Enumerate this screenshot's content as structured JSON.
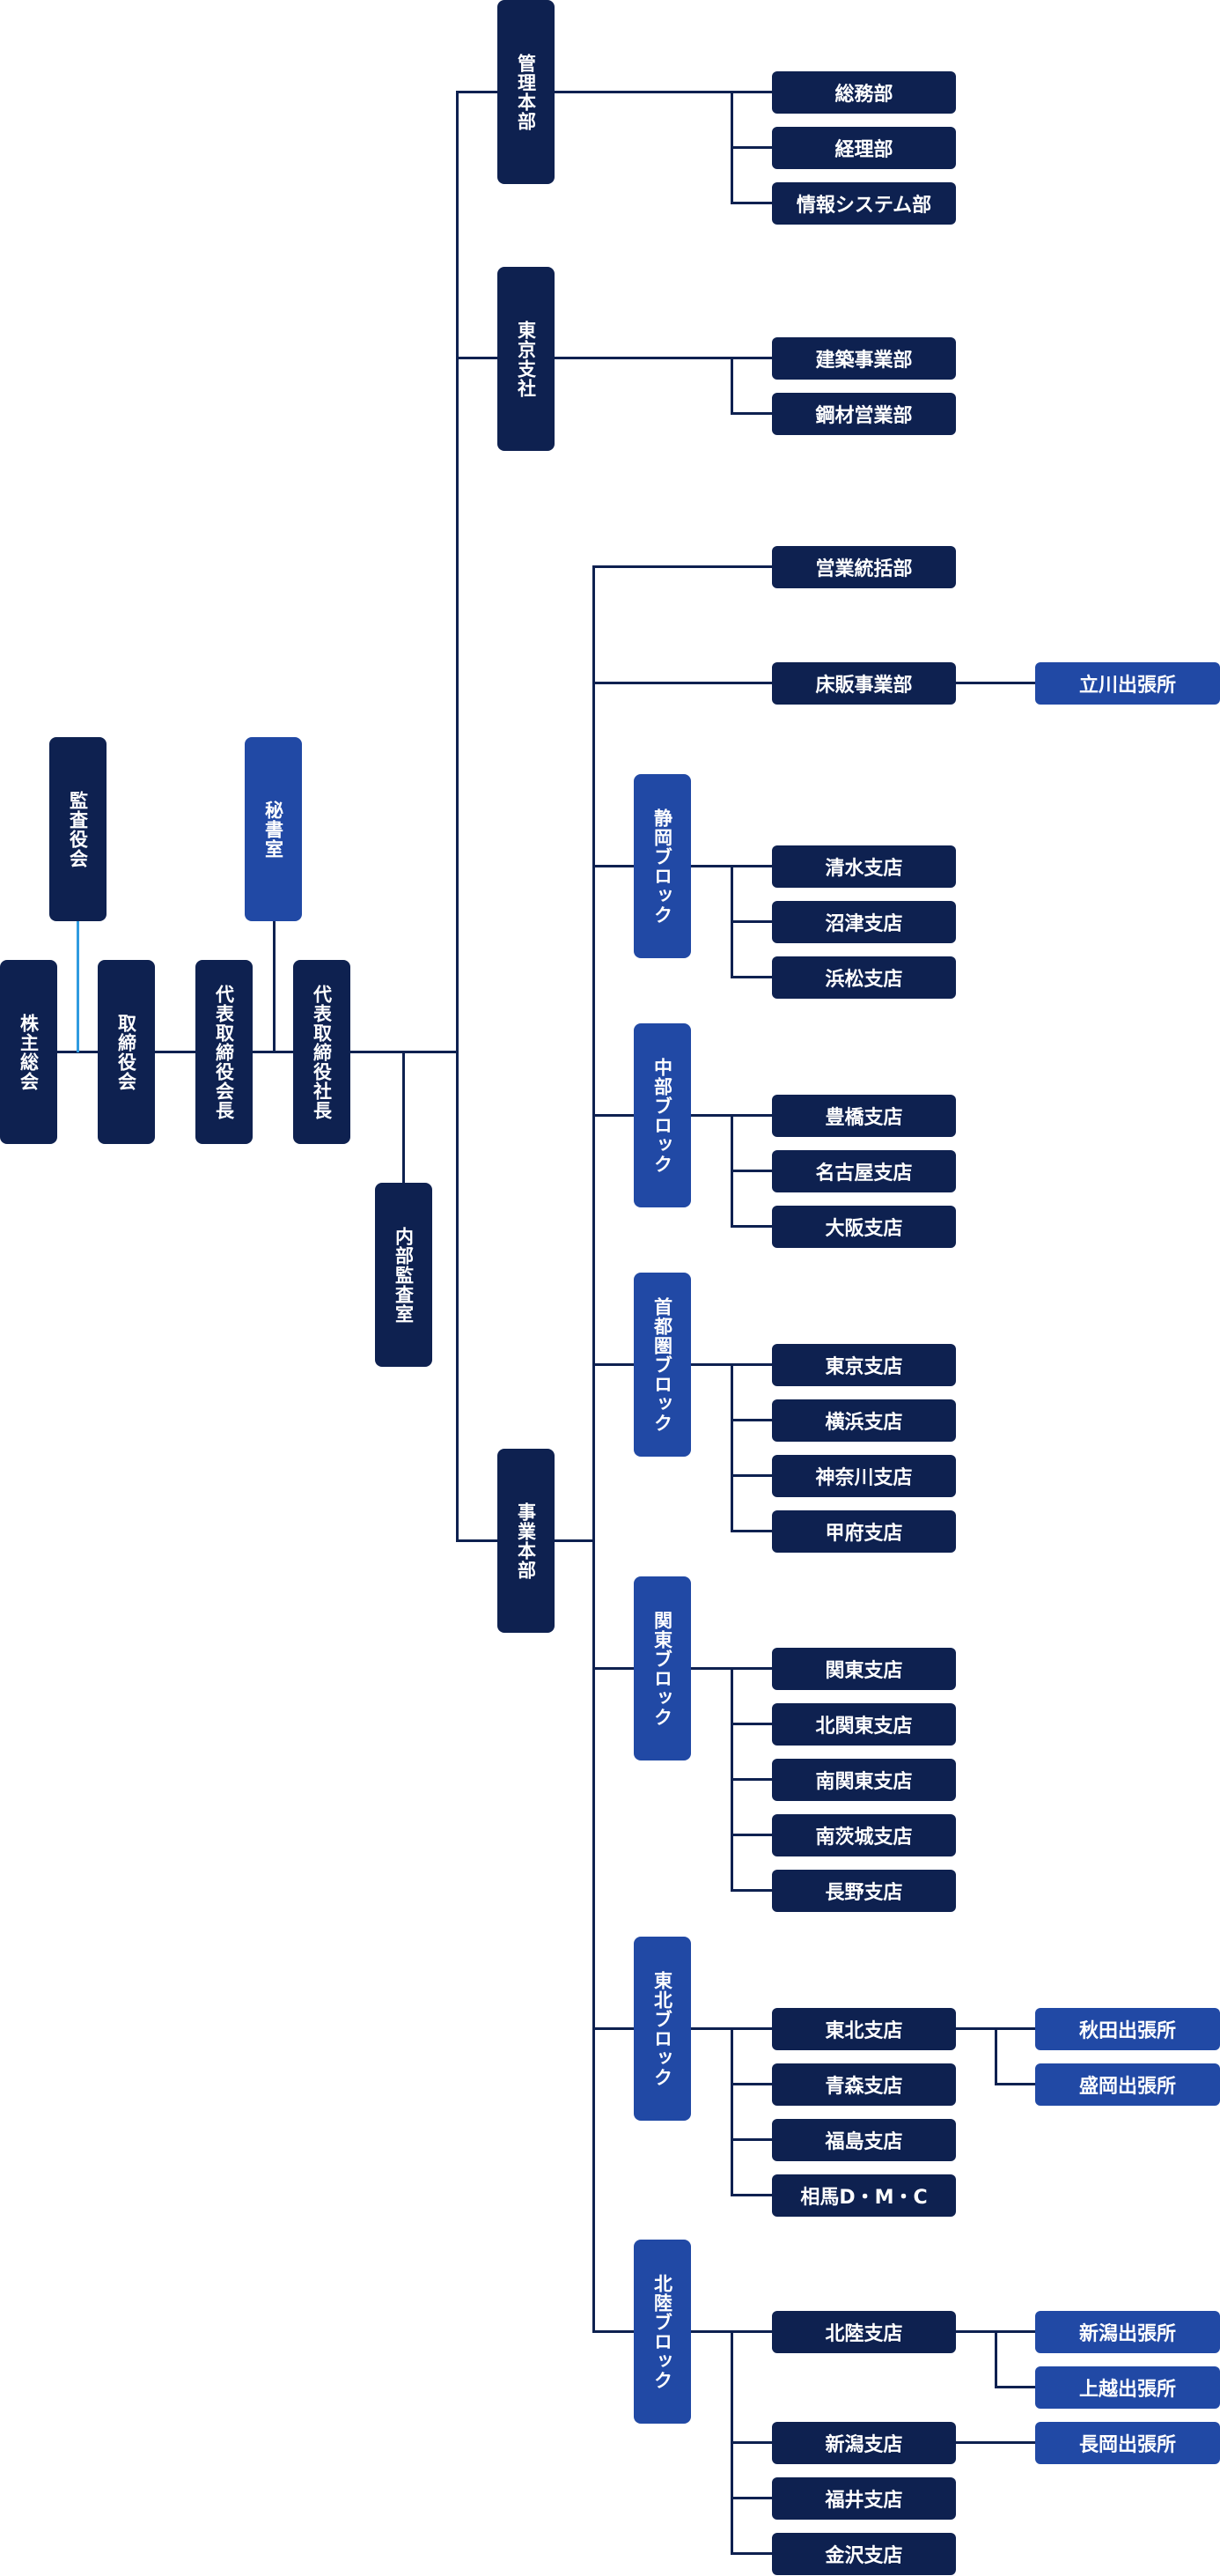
{
  "colors": {
    "dark": "#0e2150",
    "blue": "#2149a5",
    "line": "#0e2150",
    "light_line": "#2f9be0"
  },
  "board": {
    "shareholders": "株主総会",
    "auditors": "監査役会",
    "directors": "取締役会",
    "chairman": "代表取締役会長",
    "secretariat": "秘書室",
    "president": "代表取締役社長",
    "internal_audit": "内部監査室"
  },
  "admin_hq": {
    "label": "管理本部",
    "depts": [
      "総務部",
      "経理部",
      "情報システム部"
    ]
  },
  "tokyo_branch": {
    "label": "東京支社",
    "depts": [
      "建築事業部",
      "鋼材営業部"
    ]
  },
  "business_hq": {
    "label": "事業本部",
    "sales_control": "営業統括部",
    "floor_sales": "床販事業部",
    "tachikawa": "立川出張所",
    "blocks": [
      {
        "label": "静岡ブロック",
        "branches": [
          "清水支店",
          "沼津支店",
          "浜松支店"
        ]
      },
      {
        "label": "中部ブロック",
        "branches": [
          "豊橋支店",
          "名古屋支店",
          "大阪支店"
        ]
      },
      {
        "label": "首都圏ブロック",
        "branches": [
          "東京支店",
          "横浜支店",
          "神奈川支店",
          "甲府支店"
        ]
      },
      {
        "label": "関東ブロック",
        "branches": [
          "関東支店",
          "北関東支店",
          "南関東支店",
          "南茨城支店",
          "長野支店"
        ]
      },
      {
        "label": "東北ブロック",
        "branches": [
          "東北支店",
          "青森支店",
          "福島支店",
          "相馬D・M・C"
        ]
      },
      {
        "label": "北陸ブロック",
        "branches": [
          "北陸支店",
          "新潟支店",
          "福井支店",
          "金沢支店"
        ]
      }
    ],
    "offices": {
      "akita": "秋田出張所",
      "morioka": "盛岡出張所",
      "niigata": "新潟出張所",
      "joetsu": "上越出張所",
      "nagaoka": "長岡出張所"
    }
  }
}
